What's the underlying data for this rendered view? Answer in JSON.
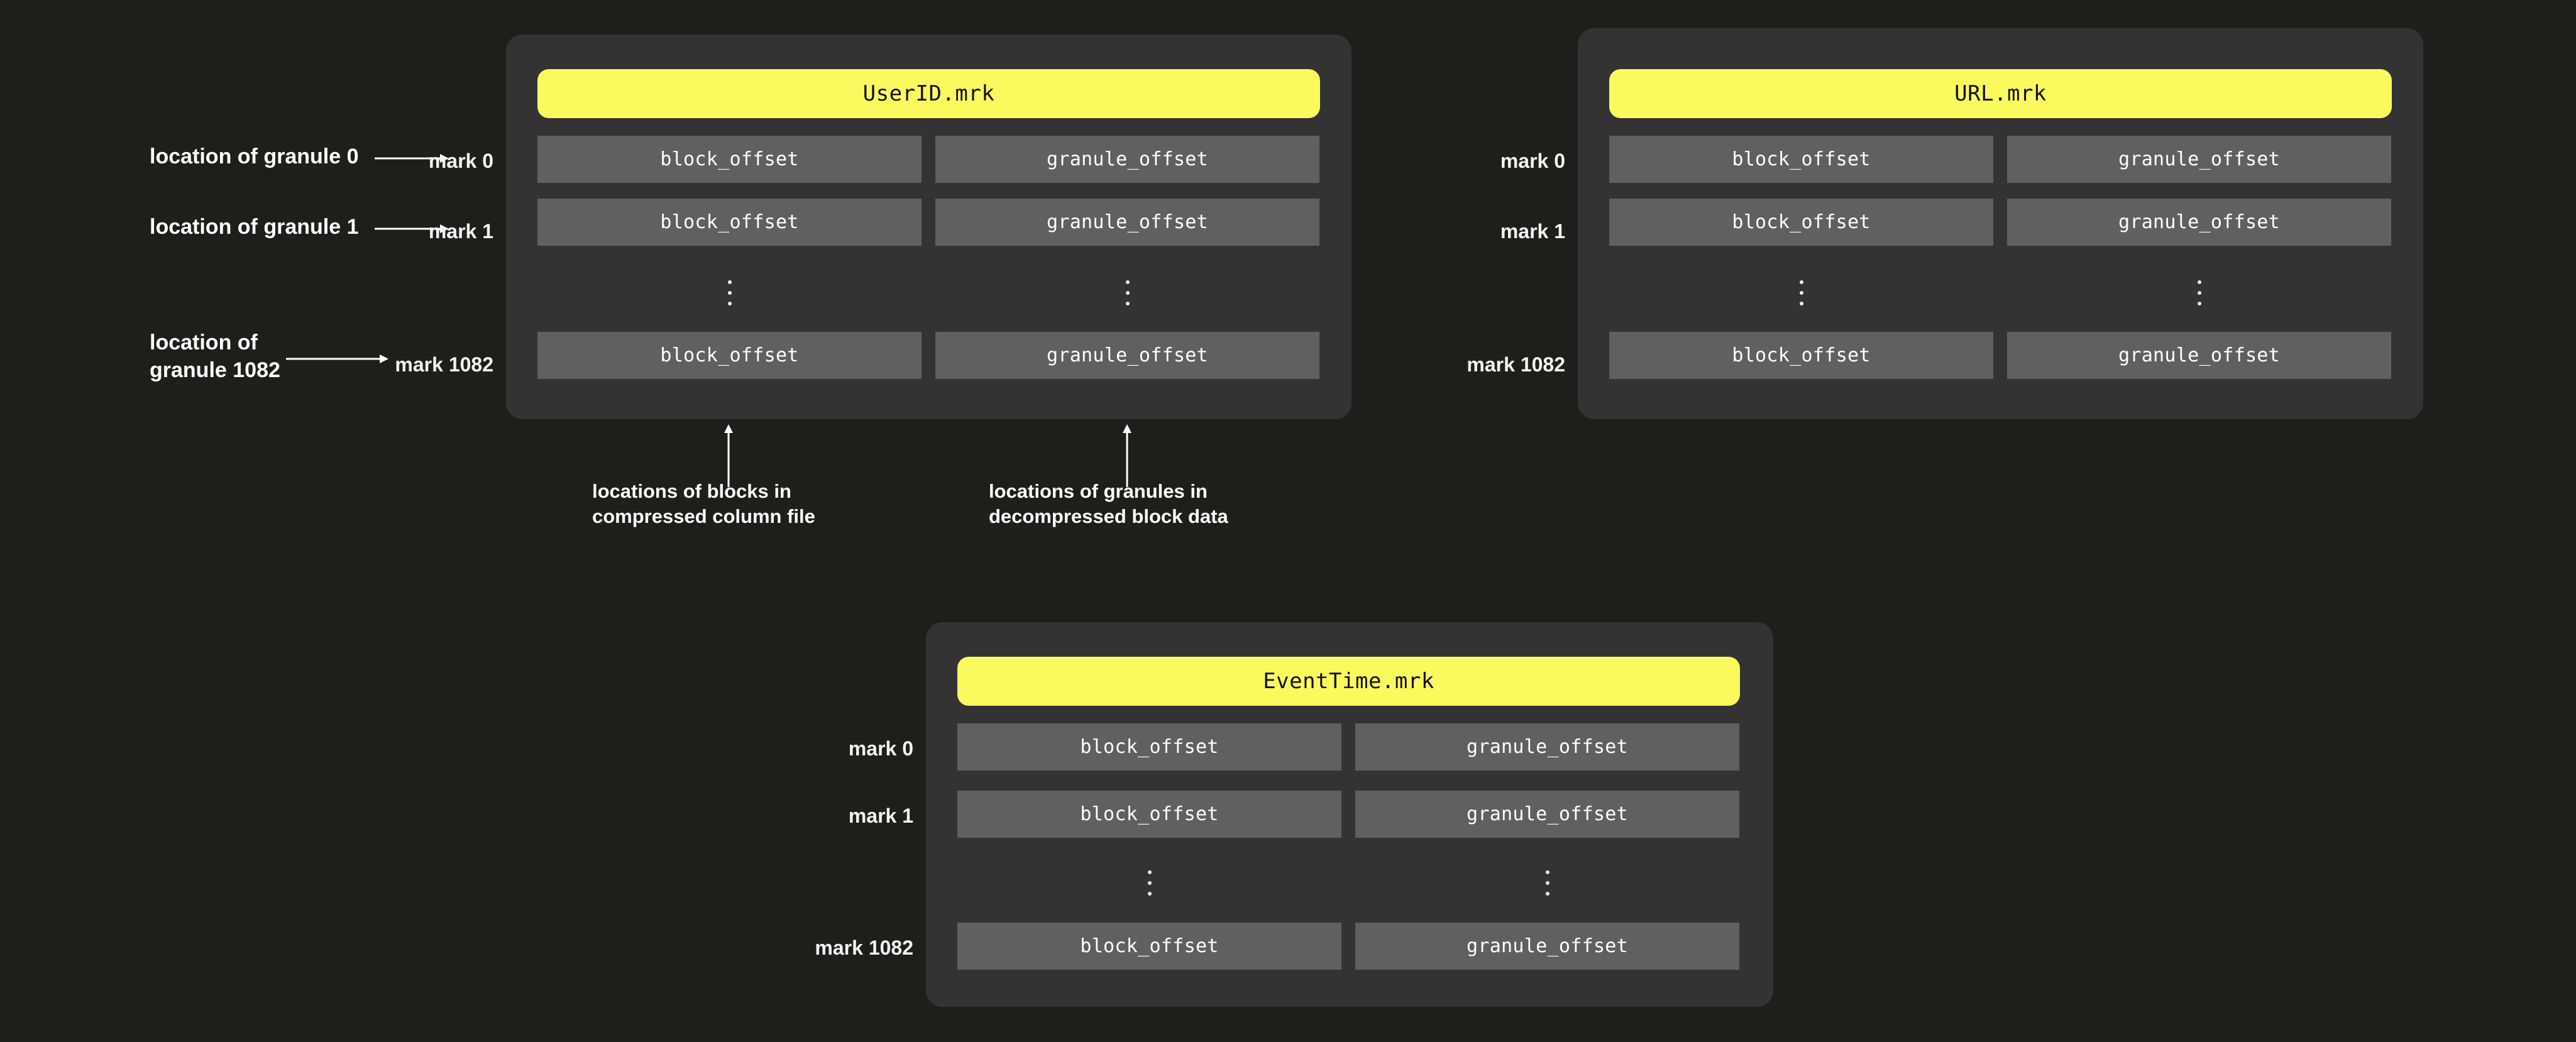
{
  "theme": {
    "background": "#1e1f1b",
    "card_background": "#333333",
    "cell_background": "#606060",
    "accent_yellow": "#fafa5f",
    "text": "#ffffff"
  },
  "cells": {
    "block_offset": "block_offset",
    "granule_offset": "granule_offset"
  },
  "marks": {
    "mark0": "mark 0",
    "mark1": "mark 1",
    "mark1082": "mark 1082"
  },
  "granule_notes": [
    {
      "text": "location of granule 0"
    },
    {
      "text": "location of granule 1"
    },
    {
      "text": "location of\ngranule 1082"
    }
  ],
  "cards": [
    {
      "id": "userid",
      "title": "UserID.mrk",
      "rows": [
        {
          "mark": "mark 0",
          "block": "block_offset",
          "granule": "granule_offset"
        },
        {
          "mark": "mark 1",
          "block": "block_offset",
          "granule": "granule_offset"
        },
        {
          "mark": "mark 1082",
          "block": "block_offset",
          "granule": "granule_offset"
        }
      ]
    },
    {
      "id": "url",
      "title": "URL.mrk",
      "rows": [
        {
          "mark": "mark 0",
          "block": "block_offset",
          "granule": "granule_offset"
        },
        {
          "mark": "mark 1",
          "block": "block_offset",
          "granule": "granule_offset"
        },
        {
          "mark": "mark 1082",
          "block": "block_offset",
          "granule": "granule_offset"
        }
      ]
    },
    {
      "id": "eventtime",
      "title": "EventTime.mrk",
      "rows": [
        {
          "mark": "mark 0",
          "block": "block_offset",
          "granule": "granule_offset"
        },
        {
          "mark": "mark 1",
          "block": "block_offset",
          "granule": "granule_offset"
        },
        {
          "mark": "mark 1082",
          "block": "block_offset",
          "granule": "granule_offset"
        }
      ]
    }
  ],
  "bottom_notes": [
    {
      "text": "locations of blocks in\ncompressed column file"
    },
    {
      "text": "locations of granules in\ndecompressed block data"
    }
  ]
}
